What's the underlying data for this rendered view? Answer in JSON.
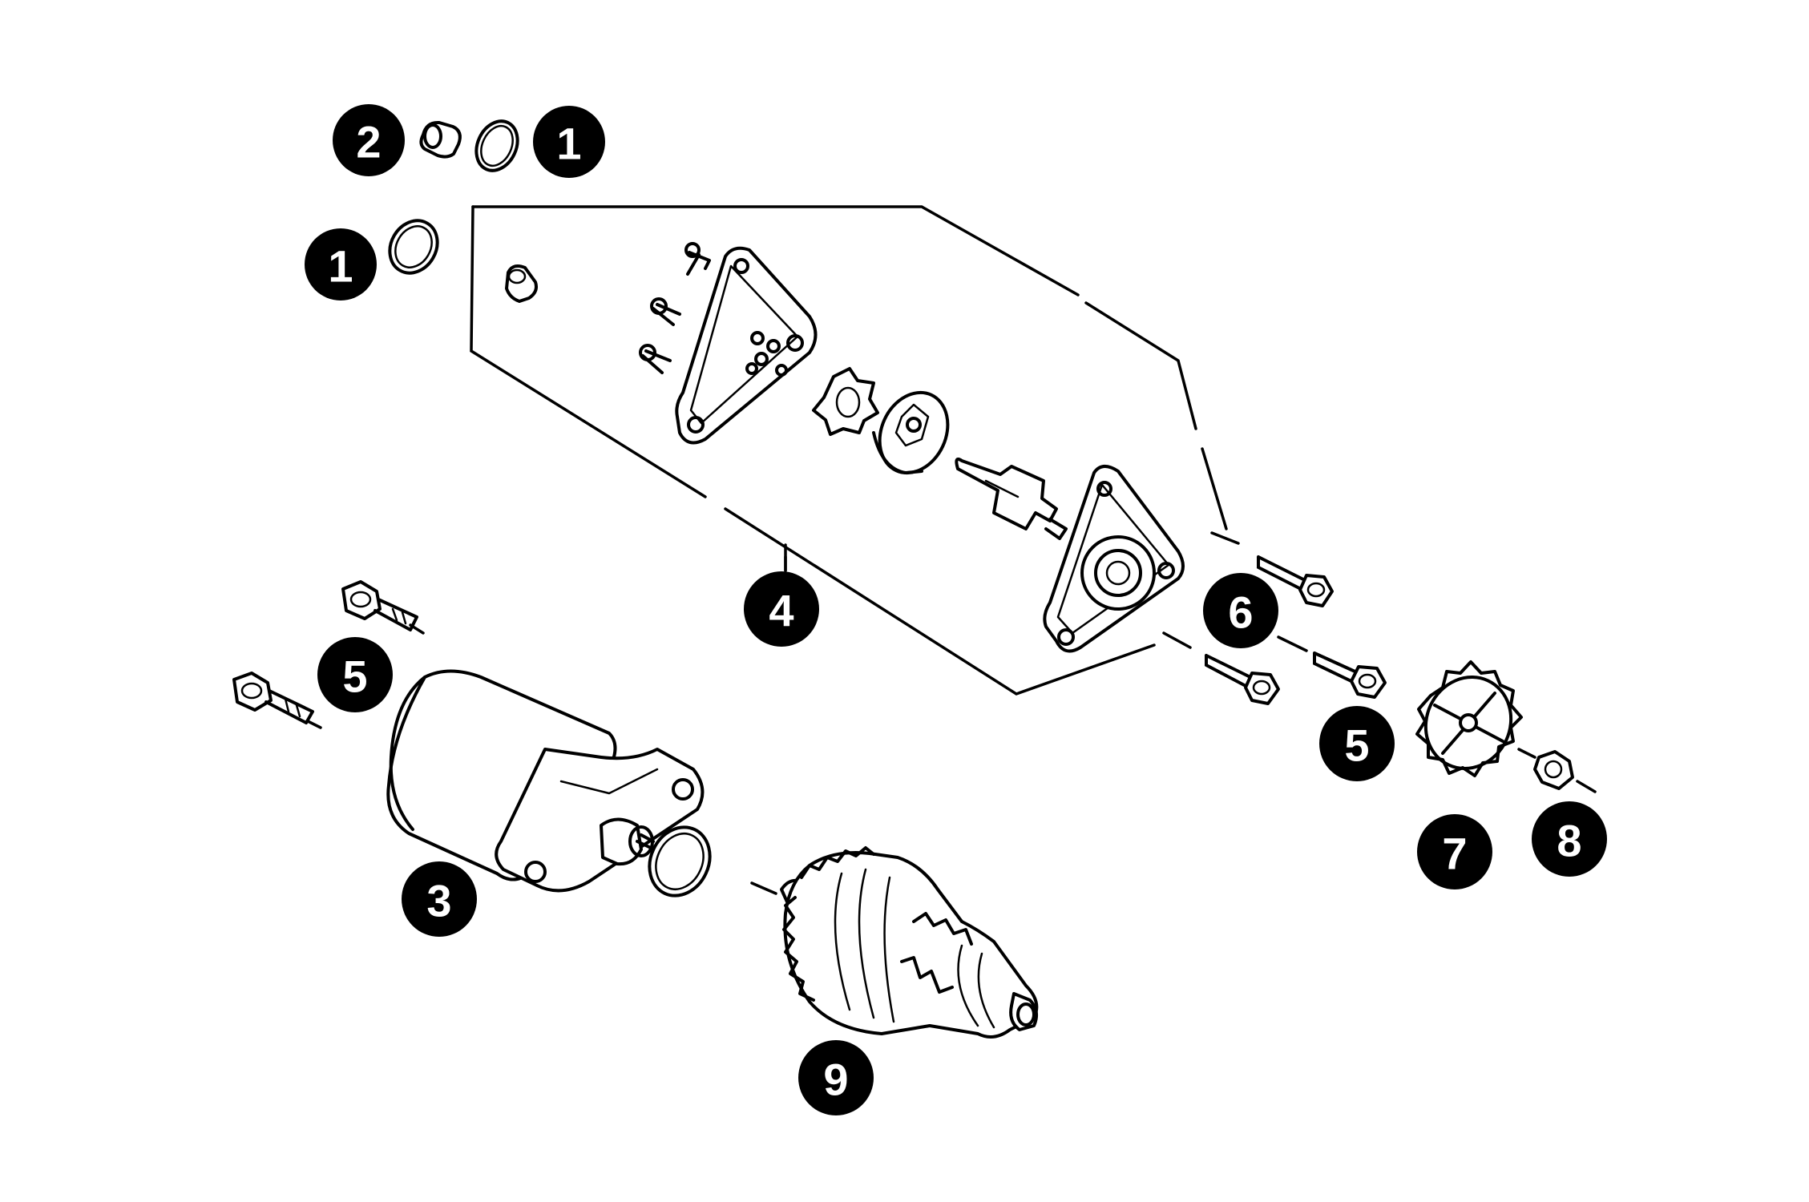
{
  "callouts": [
    {
      "id": "c1a",
      "label": "2"
    },
    {
      "id": "c1b",
      "label": "1"
    },
    {
      "id": "c1c",
      "label": "1"
    },
    {
      "id": "c4",
      "label": "4"
    },
    {
      "id": "c5a",
      "label": "5"
    },
    {
      "id": "c6",
      "label": "6"
    },
    {
      "id": "c5b",
      "label": "5"
    },
    {
      "id": "c3",
      "label": "3"
    },
    {
      "id": "c7",
      "label": "7"
    },
    {
      "id": "c8",
      "label": "8"
    },
    {
      "id": "c9",
      "label": "9"
    }
  ],
  "colors": {
    "ink": "#000000",
    "paper": "#ffffff"
  }
}
